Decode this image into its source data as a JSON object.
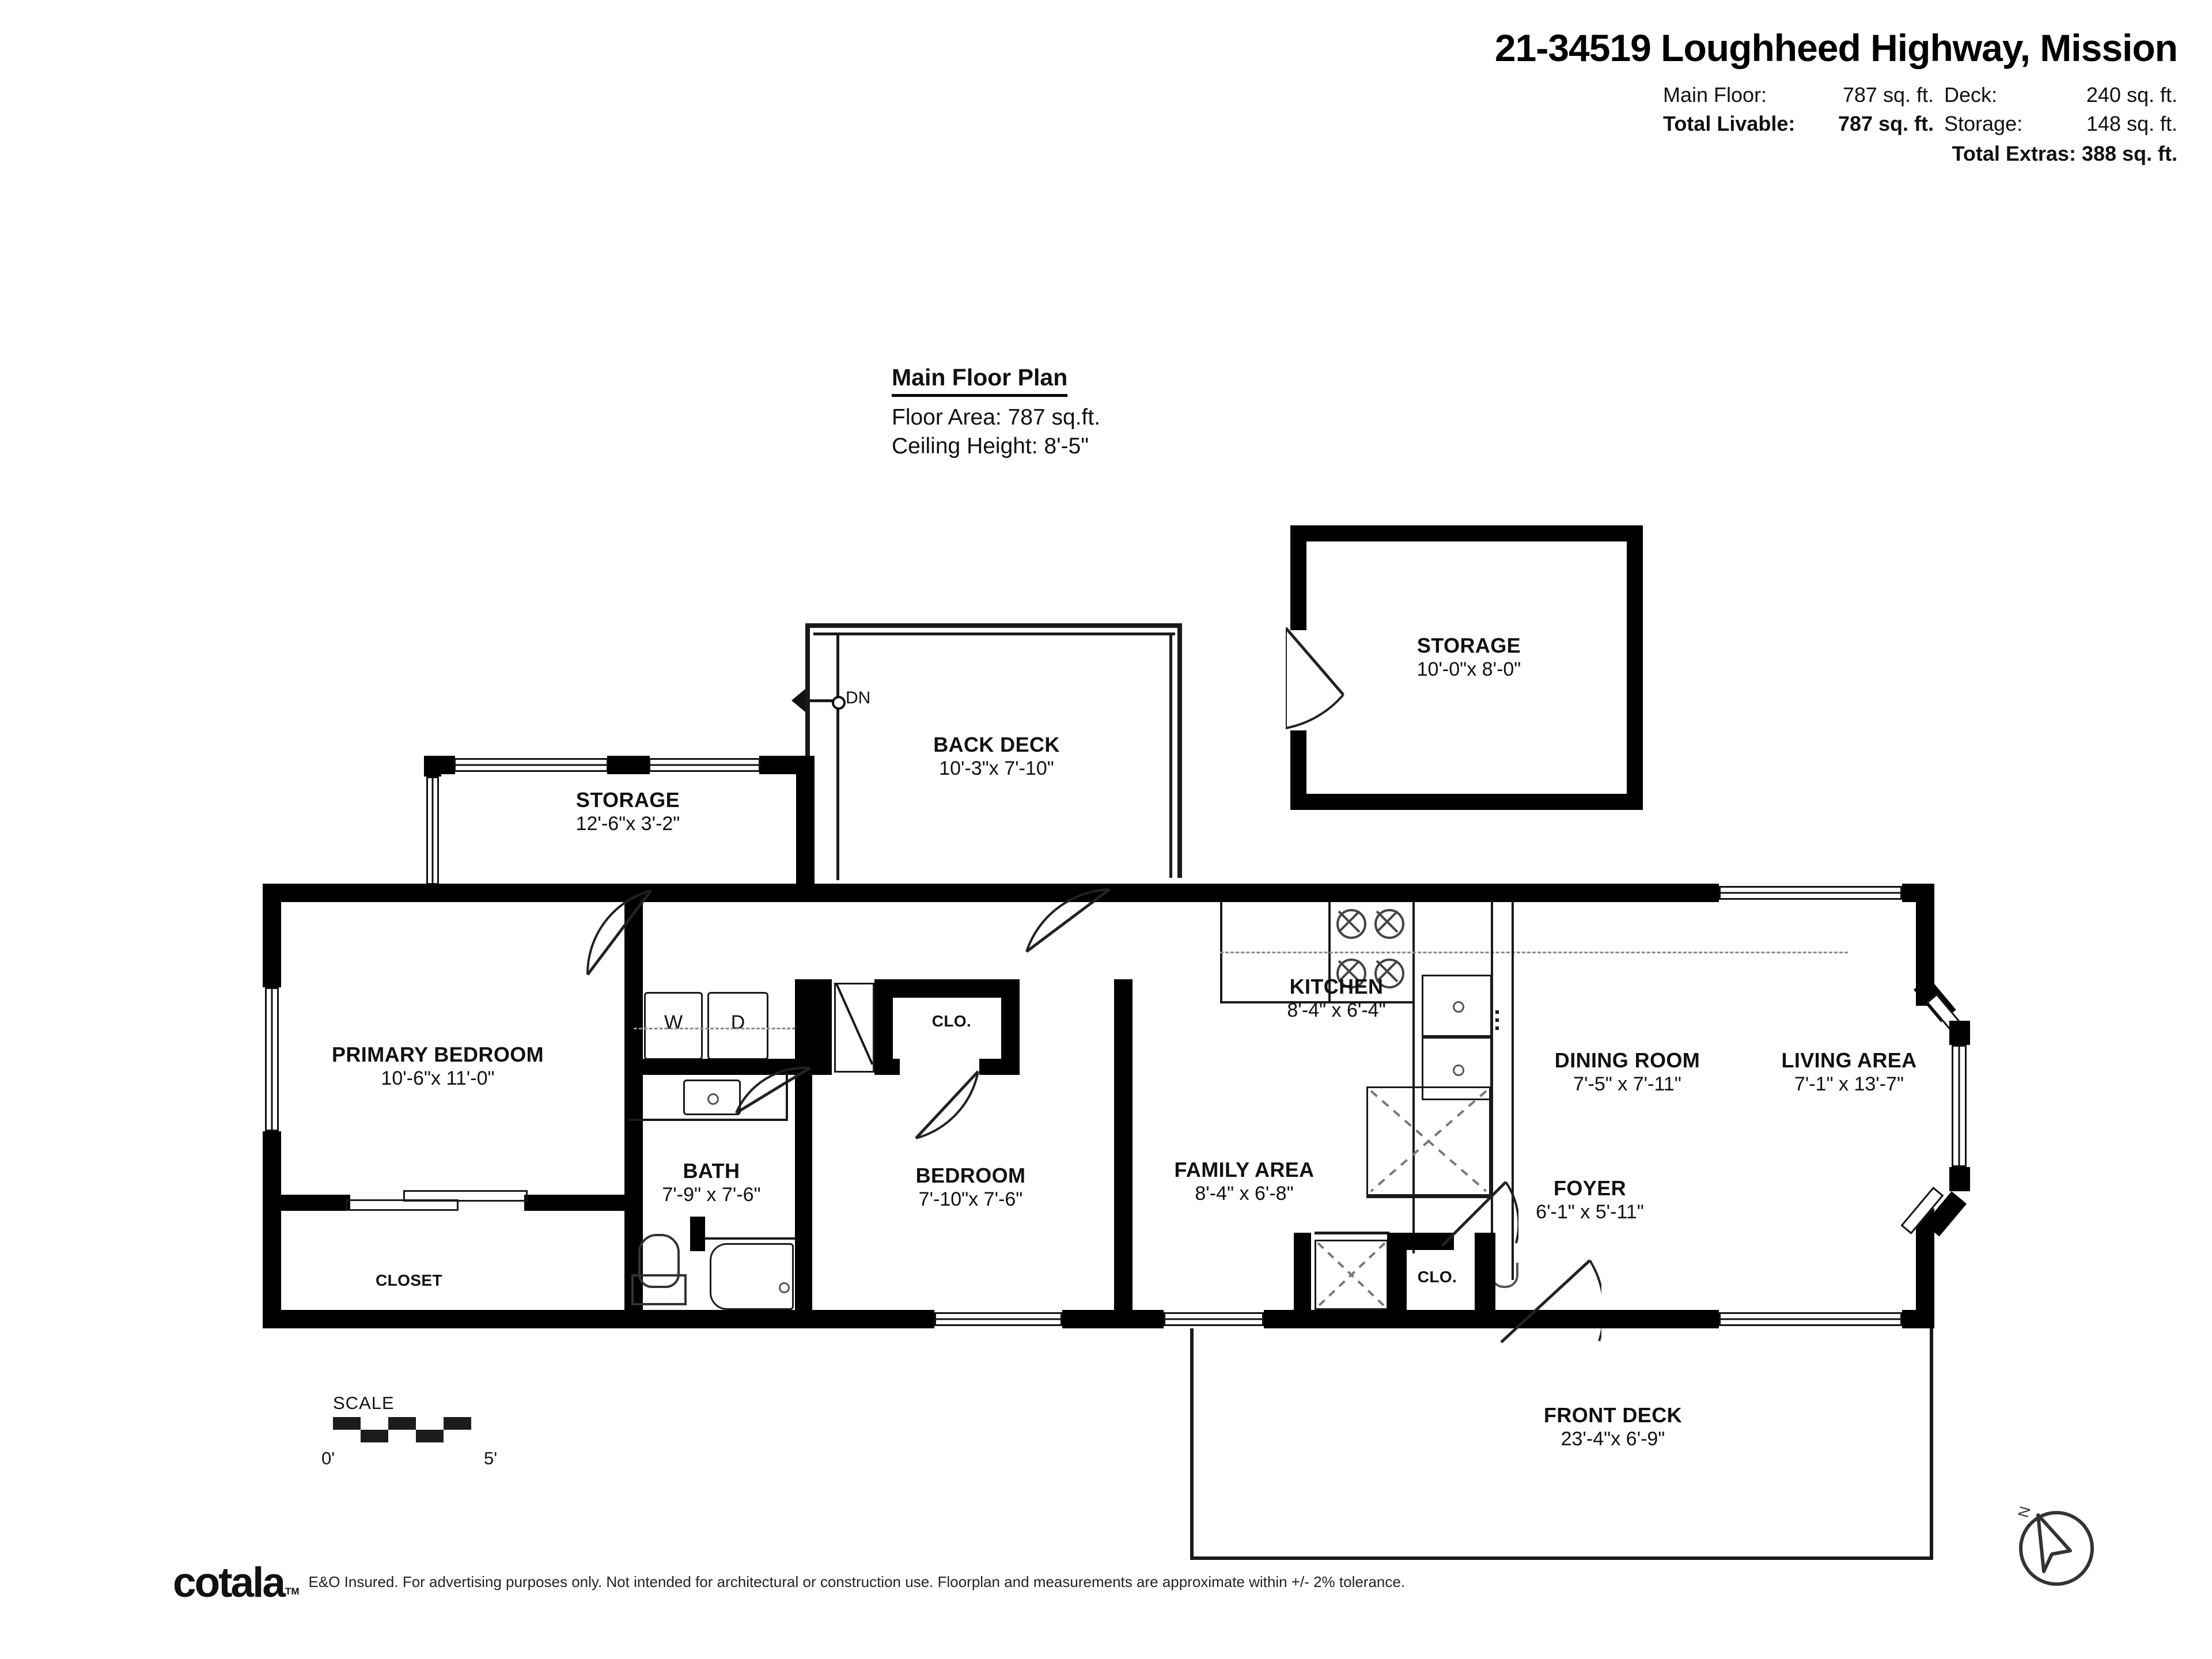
{
  "header": {
    "address_title": "21-34519 Loughheed Highway, Mission",
    "rows_left": [
      {
        "label": "Main Floor:",
        "value": "787 sq. ft."
      },
      {
        "label": "Total Livable:",
        "value": "787 sq. ft."
      }
    ],
    "rows_right": [
      {
        "label": "Deck:",
        "value": "240 sq. ft."
      },
      {
        "label": "Storage:",
        "value": "148 sq. ft."
      }
    ],
    "total_extras": "Total Extras: 388 sq. ft."
  },
  "plan_title": {
    "heading": "Main Floor Plan",
    "floor_area": "Floor Area: 787 sq.ft.",
    "ceiling_height": "Ceiling Height: 8'-5\""
  },
  "rooms": {
    "storage_detached": {
      "name": "STORAGE",
      "dims": "10'-0\"x  8'-0\""
    },
    "back_deck": {
      "name": "BACK DECK",
      "dims": "10'-3\"x 7'-10\""
    },
    "storage_strip": {
      "name": "STORAGE",
      "dims": "12'-6\"x  3'-2\""
    },
    "primary_bedroom": {
      "name": "PRIMARY BEDROOM",
      "dims": "10'-6\"x 11'-0\""
    },
    "closet_primary": {
      "name": "CLOSET"
    },
    "bath": {
      "name": "BATH",
      "dims": "7'-9\" x  7'-6\""
    },
    "bedroom": {
      "name": "BEDROOM",
      "dims": "7'-10\"x  7'-6\""
    },
    "closet_bedroom": {
      "name": "CLO."
    },
    "kitchen": {
      "name": "KITCHEN",
      "dims": "8'-4\"  x  6'-4\""
    },
    "family_area": {
      "name": "FAMILY AREA",
      "dims": "8'-4\" x  6'-8\""
    },
    "dining_room": {
      "name": "DINING ROOM",
      "dims": "7'-5\" x 7'-11\""
    },
    "living_area": {
      "name": "LIVING AREA",
      "dims": "7'-1\" x 13'-7\""
    },
    "foyer": {
      "name": "FOYER",
      "dims": "6'-1\" x 5'-11\""
    },
    "closet_foyer": {
      "name": "CLO."
    },
    "front_deck": {
      "name": "FRONT DECK",
      "dims": "23'-4\"x  6'-9\""
    }
  },
  "appliances": {
    "washer": "W",
    "dryer": "D"
  },
  "annotations": {
    "stairs_down": "DN"
  },
  "scale": {
    "caption": "SCALE",
    "start": "0'",
    "end": "5'"
  },
  "compass": {
    "north_label": "N"
  },
  "footer": {
    "logo": "cotala",
    "logo_tm": "TM",
    "disclaimer": "E&O Insured. For advertising purposes only. Not intended for architectural or construction use. Floorplan and measurements are approximate within +/- 2% tolerance."
  },
  "colors": {
    "wall": "#000000",
    "line": "#1a1a1a",
    "background": "#ffffff"
  }
}
